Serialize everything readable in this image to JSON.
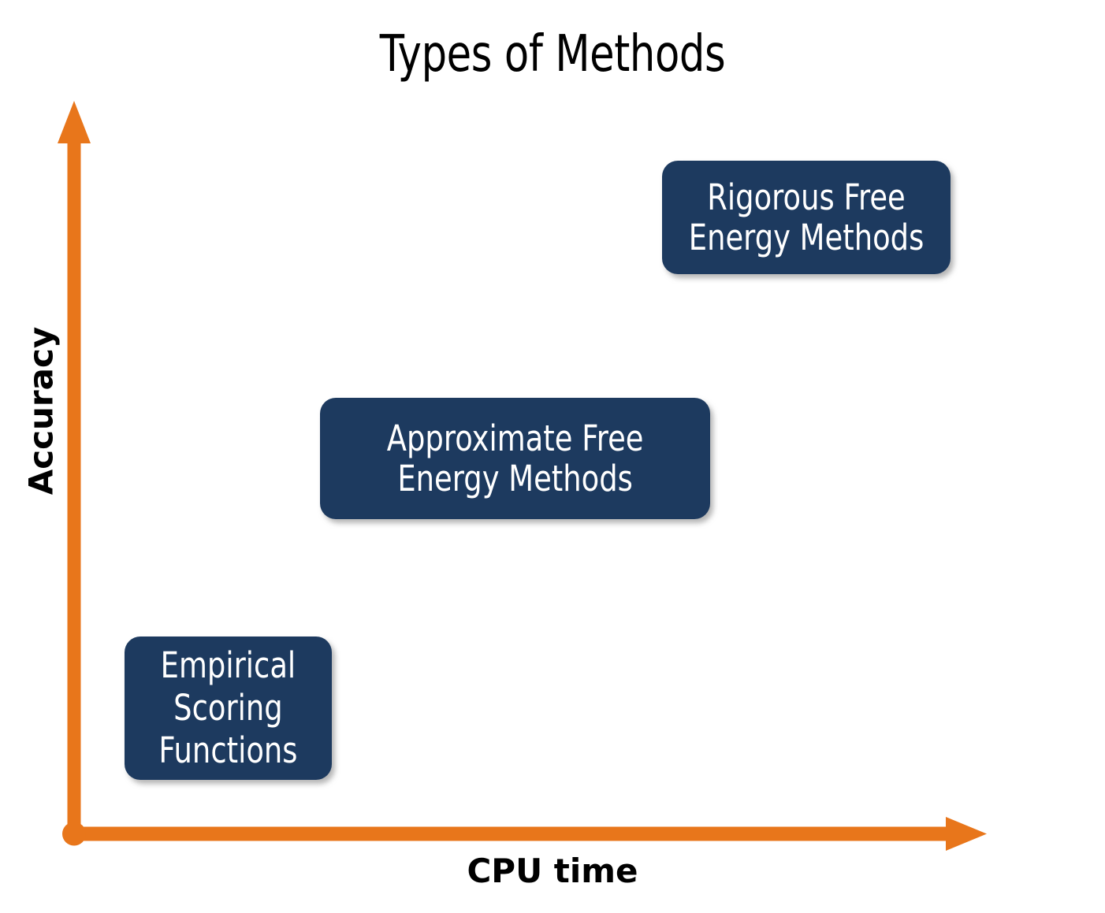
{
  "chart_data": {
    "type": "scatter",
    "title": "Types of Methods",
    "xlabel": "CPU time",
    "ylabel": "Accuracy",
    "grid": false,
    "legend": "none",
    "axis_style": "qualitative-arrows",
    "axis_color": "#e8761b",
    "box_color": "#1d3a5f",
    "box_text_color": "#ffffff",
    "title_color": "#000000",
    "axis_label_color": "#000000",
    "background": "#ffffff",
    "xlim": [
      0,
      1
    ],
    "ylim": [
      0,
      1
    ],
    "annotations": [
      {
        "id": "empirical",
        "label": "Empirical\nScoring\nFunctions",
        "x": 0.09,
        "y": 0.14,
        "cpu_time": "low",
        "accuracy": "low"
      },
      {
        "id": "approximate",
        "label": "Approximate Free\nEnergy Methods",
        "x": 0.4,
        "y": 0.5,
        "cpu_time": "medium",
        "accuracy": "medium"
      },
      {
        "id": "rigorous",
        "label": "Rigorous  Free\nEnergy Methods",
        "x": 0.79,
        "y": 0.83,
        "cpu_time": "high",
        "accuracy": "high"
      }
    ]
  },
  "title": {
    "text": "Types of Methods"
  },
  "axes": {
    "y_label": "Accuracy",
    "x_label": "CPU time"
  },
  "boxes": {
    "rigorous": {
      "label": "Rigorous  Free\nEnergy Methods"
    },
    "approximate": {
      "label": "Approximate Free\nEnergy Methods"
    },
    "empirical": {
      "label": "Empirical\nScoring\nFunctions"
    }
  }
}
